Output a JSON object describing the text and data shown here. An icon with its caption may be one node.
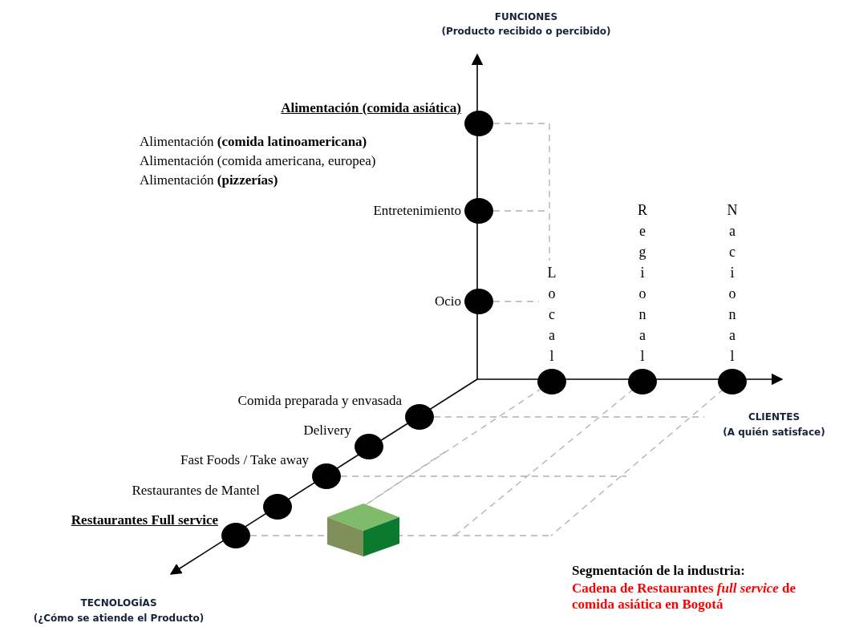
{
  "diagram": {
    "nodes": [
      {
        "text": [
          "Alimentación (comida asiática)"
        ]
      },
      {
        "text": [
          "Entretenimiento"
        ]
      },
      {
        "text": [
          "Ocio"
        ]
      },
      {
        "text": [
          "Local"
        ]
      },
      {
        "text": [
          "Regional"
        ]
      },
      {
        "text": [
          "Nacional"
        ]
      },
      {
        "text": [
          "Comida preparada y envasada"
        ]
      },
      {
        "text": [
          "Delivery"
        ]
      },
      {
        "text": [
          "Fast Foods / Take away"
        ]
      },
      {
        "text": [
          "Restaurantes de Mantel"
        ]
      },
      {
        "text": [
          "Restaurantes Full service"
        ]
      },
      {
        "text": [],
        "shape": "box"
      }
    ],
    "labels": [
      "FUNCIONES",
      "(Producto recibido o percibido)",
      "Alimentación **(comida latinoamericana)**",
      "Alimentación (comida americana, europea)",
      "Alimentación **(pizzerías)**",
      "CLIENTES",
      "(A quién satisface)",
      "TECNOLOGÍAS",
      "(¿Cómo se atiende el Producto)",
      "Segmentación de la industria:",
      "Cadena de Restaurantes *full service* de comida asiática en Bogotá"
    ]
  }
}
